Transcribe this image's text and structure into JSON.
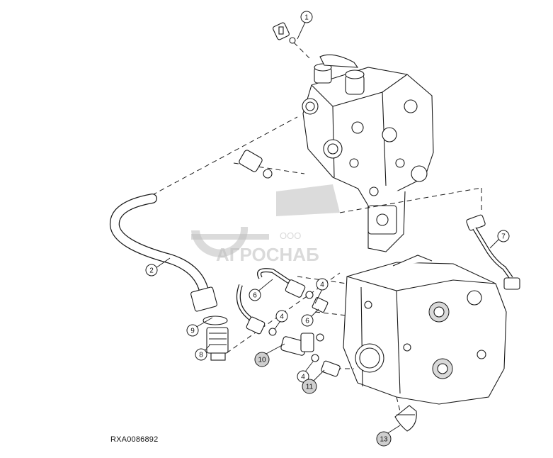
{
  "diagram": {
    "figure_id": "RXA0086892",
    "watermark": {
      "prefix": "ООО",
      "name": "АГРОСНАБ"
    },
    "callouts": [
      "1",
      "2",
      "4",
      "4",
      "4",
      "6",
      "6",
      "7",
      "8",
      "9",
      "10",
      "11",
      "13"
    ]
  }
}
